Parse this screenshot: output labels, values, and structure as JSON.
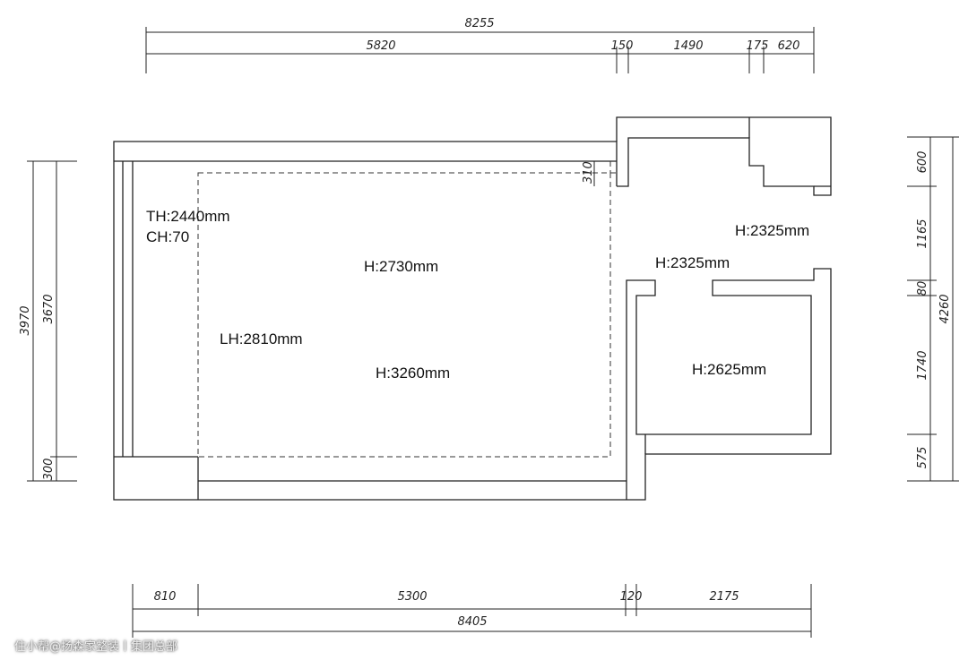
{
  "top_dimensions": {
    "total": "8255",
    "segments": [
      "5820",
      "150",
      "1490",
      "175",
      "620"
    ]
  },
  "bottom_dimensions": {
    "total": "8405",
    "segments": [
      "810",
      "5300",
      "120",
      "2175"
    ]
  },
  "left_dimensions": {
    "total": "3970",
    "segments": [
      "3670",
      "300"
    ]
  },
  "right_dimensions": {
    "total": "4260",
    "segments": [
      "600",
      "1165",
      "80",
      "1740",
      "575"
    ]
  },
  "small_dimension": "310",
  "labels": {
    "th": "TH:2440mm",
    "ch": "CH:70",
    "h_main": "H:2730mm",
    "lh": "LH:2810mm",
    "h_center": "H:3260mm",
    "h_right_top": "H:2325mm",
    "h_corridor": "H:2325mm",
    "h_room": "H:2625mm"
  },
  "watermark": "住小帮@扬森家整装丨集团总部"
}
